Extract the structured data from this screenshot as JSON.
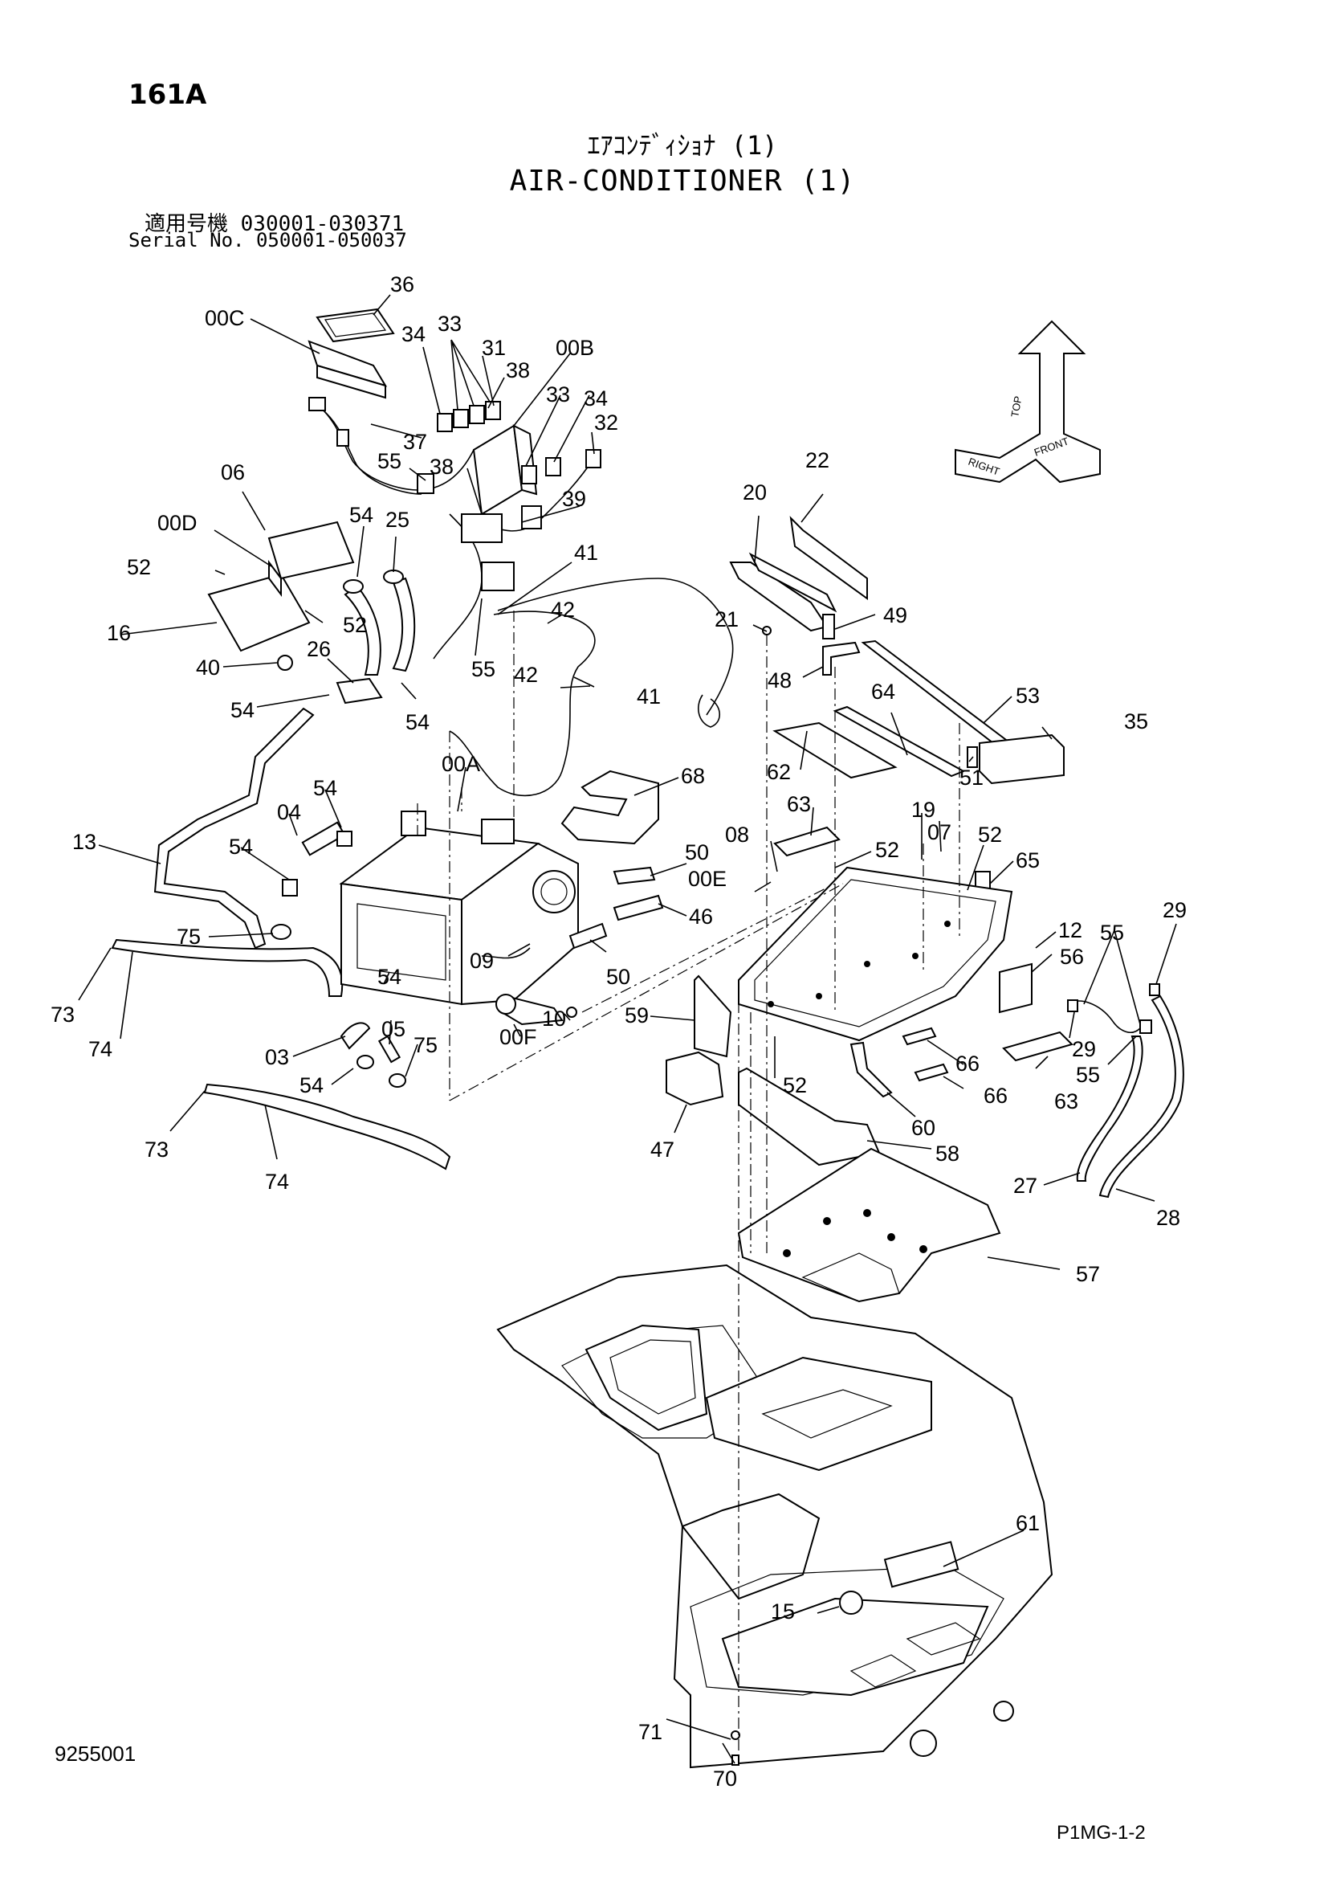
{
  "page_number": "161A",
  "title_jp": "ｴｱｺﾝﾃﾞｨｼｮﾅ (1)",
  "title_en": "AIR-CONDITIONER (1)",
  "serial_line_1": "適用号機  030001-030371",
  "serial_line_2": "Serial No. 050001-050037",
  "doc_number": "9255001",
  "page_code": "P1MG-1-2",
  "orientation_icon": {
    "top": "TOP",
    "right": "RIGHT",
    "front": "FRONT"
  },
  "callouts": [
    {
      "id": "c36",
      "label": "36"
    },
    {
      "id": "c00C",
      "label": "00C"
    },
    {
      "id": "c34a",
      "label": "34"
    },
    {
      "id": "c33a",
      "label": "33"
    },
    {
      "id": "c31",
      "label": "31"
    },
    {
      "id": "c38a",
      "label": "38"
    },
    {
      "id": "c00B",
      "label": "00B"
    },
    {
      "id": "c33b",
      "label": "33"
    },
    {
      "id": "c34b",
      "label": "34"
    },
    {
      "id": "c32",
      "label": "32"
    },
    {
      "id": "c37",
      "label": "37"
    },
    {
      "id": "c55a",
      "label": "55"
    },
    {
      "id": "c38b",
      "label": "38"
    },
    {
      "id": "c39",
      "label": "39"
    },
    {
      "id": "c06",
      "label": "06"
    },
    {
      "id": "c00D",
      "label": "00D"
    },
    {
      "id": "c54a",
      "label": "54"
    },
    {
      "id": "c25",
      "label": "25"
    },
    {
      "id": "c52a",
      "label": "52"
    },
    {
      "id": "c16",
      "label": "16"
    },
    {
      "id": "c52b",
      "label": "52"
    },
    {
      "id": "c40",
      "label": "40"
    },
    {
      "id": "c26",
      "label": "26"
    },
    {
      "id": "c55b",
      "label": "55"
    },
    {
      "id": "c41a",
      "label": "41"
    },
    {
      "id": "c42a",
      "label": "42"
    },
    {
      "id": "c42b",
      "label": "42"
    },
    {
      "id": "c41b",
      "label": "41"
    },
    {
      "id": "c54b",
      "label": "54"
    },
    {
      "id": "c54c",
      "label": "54"
    },
    {
      "id": "c22",
      "label": "22"
    },
    {
      "id": "c20",
      "label": "20"
    },
    {
      "id": "c21",
      "label": "21"
    },
    {
      "id": "c49",
      "label": "49"
    },
    {
      "id": "c48",
      "label": "48"
    },
    {
      "id": "c64",
      "label": "64"
    },
    {
      "id": "c53",
      "label": "53"
    },
    {
      "id": "c35",
      "label": "35"
    },
    {
      "id": "c62",
      "label": "62"
    },
    {
      "id": "c51",
      "label": "51"
    },
    {
      "id": "c00A",
      "label": "00A"
    },
    {
      "id": "c68",
      "label": "68"
    },
    {
      "id": "c13",
      "label": "13"
    },
    {
      "id": "c04",
      "label": "04"
    },
    {
      "id": "c54d",
      "label": "54"
    },
    {
      "id": "c54e",
      "label": "54"
    },
    {
      "id": "c63a",
      "label": "63"
    },
    {
      "id": "c19",
      "label": "19"
    },
    {
      "id": "c07",
      "label": "07"
    },
    {
      "id": "c52c",
      "label": "52"
    },
    {
      "id": "c08",
      "label": "08"
    },
    {
      "id": "c52d",
      "label": "52"
    },
    {
      "id": "c65",
      "label": "65"
    },
    {
      "id": "c50a",
      "label": "50"
    },
    {
      "id": "c00E",
      "label": "00E"
    },
    {
      "id": "c46",
      "label": "46"
    },
    {
      "id": "c75a",
      "label": "75"
    },
    {
      "id": "c09",
      "label": "09"
    },
    {
      "id": "c12",
      "label": "12"
    },
    {
      "id": "c55c",
      "label": "55"
    },
    {
      "id": "c29a",
      "label": "29"
    },
    {
      "id": "c56",
      "label": "56"
    },
    {
      "id": "c73a",
      "label": "73"
    },
    {
      "id": "c54f",
      "label": "54"
    },
    {
      "id": "c50b",
      "label": "50"
    },
    {
      "id": "c74a",
      "label": "74"
    },
    {
      "id": "c10",
      "label": "10"
    },
    {
      "id": "c00F",
      "label": "00F"
    },
    {
      "id": "c59",
      "label": "59"
    },
    {
      "id": "c29b",
      "label": "29"
    },
    {
      "id": "c03",
      "label": "03"
    },
    {
      "id": "c05",
      "label": "05"
    },
    {
      "id": "c75b",
      "label": "75"
    },
    {
      "id": "c66a",
      "label": "66"
    },
    {
      "id": "c55d",
      "label": "55"
    },
    {
      "id": "c54g",
      "label": "54"
    },
    {
      "id": "c52e",
      "label": "52"
    },
    {
      "id": "c66b",
      "label": "66"
    },
    {
      "id": "c63b",
      "label": "63"
    },
    {
      "id": "c60",
      "label": "60"
    },
    {
      "id": "c73b",
      "label": "73"
    },
    {
      "id": "c47",
      "label": "47"
    },
    {
      "id": "c58",
      "label": "58"
    },
    {
      "id": "c74b",
      "label": "74"
    },
    {
      "id": "c27",
      "label": "27"
    },
    {
      "id": "c28",
      "label": "28"
    },
    {
      "id": "c57",
      "label": "57"
    },
    {
      "id": "c61",
      "label": "61"
    },
    {
      "id": "c15",
      "label": "15"
    },
    {
      "id": "c71",
      "label": "71"
    },
    {
      "id": "c70",
      "label": "70"
    }
  ]
}
